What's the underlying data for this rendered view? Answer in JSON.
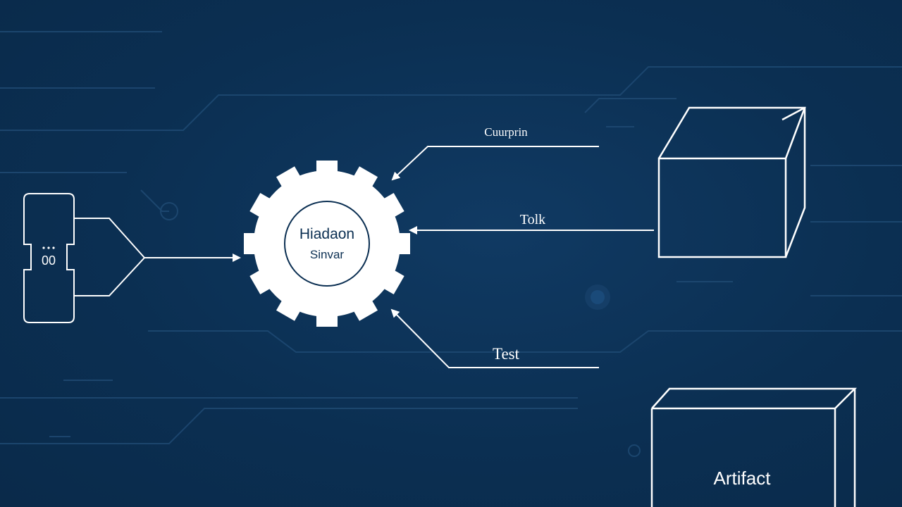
{
  "diagram": {
    "center_node": {
      "title": "Hiadaon",
      "subtitle": "Sinvar"
    },
    "labels": {
      "top_arrow": "Cuurprin",
      "middle_arrow": "Tolk",
      "bottom_arrow": "Test",
      "artifact_box": "Artifact",
      "device_text": "00"
    }
  },
  "colors": {
    "background": "#0b2f52",
    "foreground": "#ffffff",
    "circuit_faint": "#1f4a73",
    "gear_text": "#0b2f52"
  },
  "icons": {
    "center": "gear-icon",
    "left": "device-icon",
    "top_right": "box-icon",
    "bottom_right": "box-icon"
  }
}
